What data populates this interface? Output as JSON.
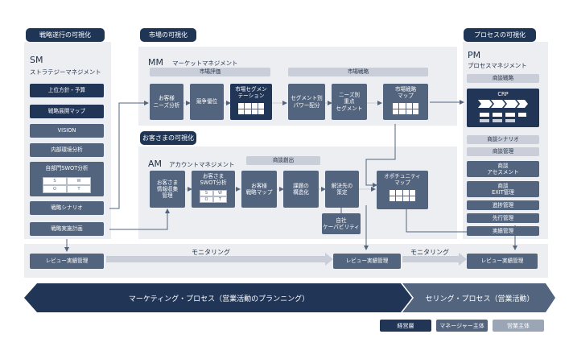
{
  "tags": {
    "strategy": "戦略遂行の可視化",
    "market": "市場の可視化",
    "customer": "お客さまの可視化",
    "process": "プロセスの可視化"
  },
  "sm": {
    "abbr": "SM",
    "name": "ストラテジーマネジメント",
    "items": {
      "top_policy": "上位方針・予算",
      "strategy_map": "戦略展開マップ",
      "vision": "VISION",
      "internal_env": "内部環境分析",
      "swot": "自部門SWOT分析",
      "scenario": "戦略シナリオ",
      "plan": "戦略実施計画",
      "review": "レビュー実績管理"
    }
  },
  "swot_letters": [
    "S",
    "W",
    "O",
    "T"
  ],
  "mm": {
    "abbr": "MM",
    "name": "マーケットマネジメント",
    "market_eval_header": "市場評価",
    "market_strategy_header": "市場戦略",
    "items": {
      "customer_needs": "お客様\nニーズ分析",
      "competitive": "競争優位",
      "segmentation": "市場セグメン\nテーション",
      "power_alloc": "セグメント別\nパワー配分",
      "needs_focus": "ニーズ別\n重点\nセグメント",
      "market_map": "市場戦略\nマップ"
    }
  },
  "am": {
    "abbr": "AM",
    "name": "アカウントマネジメント",
    "deal_header": "商談創出",
    "items": {
      "info_collect": "お客さま\n情報収集\n管理",
      "customer_swot": "お客さま\nSWOT分析",
      "strategy_map": "お客様\n戦略マップ",
      "issue": "課題の\n構造化",
      "solution": "解決先の\n策定",
      "opportunity": "オポチュニティ\nマップ",
      "capability": "自社\nケーパビリティ",
      "review": "レビュー実績管理"
    }
  },
  "pm": {
    "abbr": "PM",
    "name": "プロセスマネジメント",
    "items": {
      "deal_strategy": "商談戦略",
      "crp": "CRP",
      "scenario": "商談シナリオ",
      "deal_mgmt": "商談管理",
      "assessment": "商談\nアセスメント",
      "exit": "商談\nEXIT管理",
      "progress": "進捗管理",
      "leading": "先行管理",
      "results": "実績管理",
      "review": "レビュー実績管理"
    }
  },
  "monitoring_1": "モニタリング",
  "monitoring_2": "モニタリング",
  "bottom": {
    "marketing": "マーケティング・プロセス（営業活動のプランニング）",
    "selling": "セリング・プロセス（営業活動）"
  },
  "legend": {
    "executive": "経営層",
    "manager": "マネージャー主体",
    "sales": "営業主体"
  },
  "colors": {
    "navy": "#213556",
    "steel": "#52647e",
    "light": "#9aa6b6",
    "panel": "#eceef2"
  }
}
